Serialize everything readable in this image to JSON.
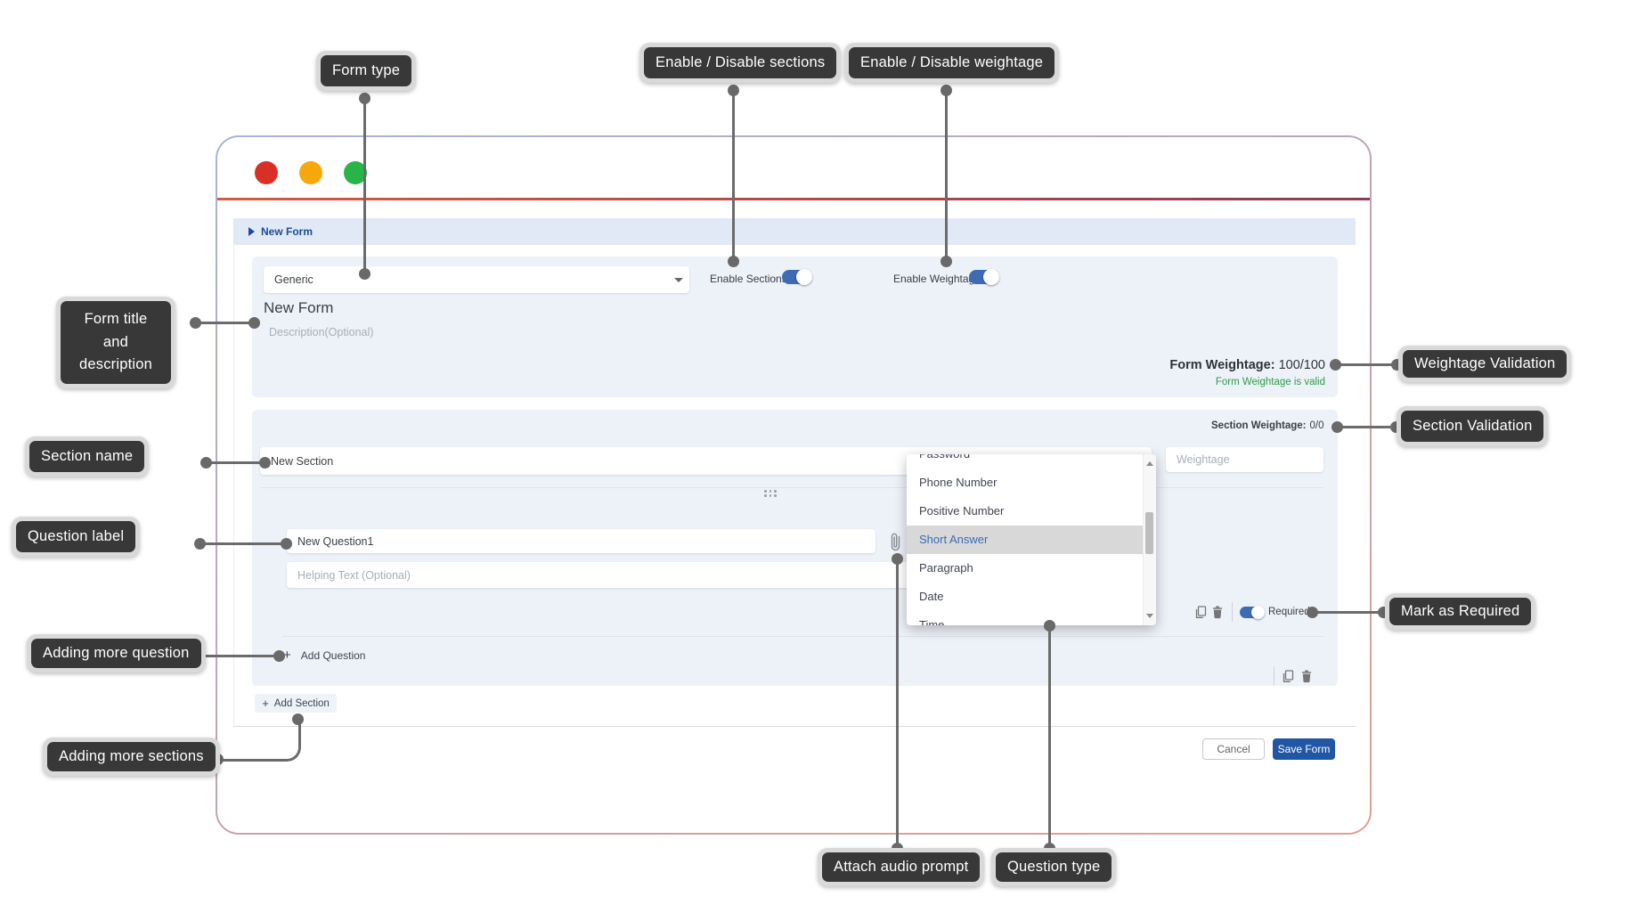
{
  "callouts": {
    "form_type": "Form type",
    "enable_sections": "Enable / Disable sections",
    "enable_weightage": "Enable / Disable weightage",
    "form_title_description": "Form title and description",
    "weightage_validation": "Weightage Validation",
    "section_validation": "Section Validation",
    "section_name": "Section name",
    "question_label": "Question label",
    "mark_as_required": "Mark as Required",
    "adding_more_question": "Adding more question",
    "adding_more_sections": "Adding more sections",
    "attach_audio_prompt": "Attach audio prompt",
    "question_type": "Question type"
  },
  "app": {
    "breadcrumb": "New Form",
    "form": {
      "type_value": "Generic",
      "enable_sections_label": "Enable Sections",
      "enable_weightage_label": "Enable Weightage",
      "title": "New Form",
      "description_placeholder": "Description(Optional)",
      "weightage_label": "Form Weightage:",
      "weightage_value": "100/100",
      "weightage_valid_message": "Form Weightage is valid"
    },
    "section": {
      "weightage_label": "Section Weightage:",
      "weightage_value": "0/0",
      "name_value": "New Section",
      "weightage_placeholder": "Weightage",
      "question_value": "New Question1",
      "helping_placeholder": "Helping Text (Optional)",
      "required_label": "Required",
      "add_question_label": "Add Question",
      "add_section_label": "Add Section"
    },
    "dropdown": {
      "items": [
        "Password",
        "Phone Number",
        "Positive Number",
        "Short Answer",
        "Paragraph",
        "Date",
        "Time"
      ],
      "selected": "Short Answer"
    },
    "footer": {
      "cancel_label": "Cancel",
      "save_label": "Save Form"
    }
  },
  "icons": {
    "plus": "+"
  },
  "colors": {
    "accent_blue": "#3d6cb5",
    "save_blue": "#2156a5",
    "valid_green": "#2e9e44",
    "callout_bg": "#383838",
    "highlight_gray": "#d8d8d8"
  }
}
